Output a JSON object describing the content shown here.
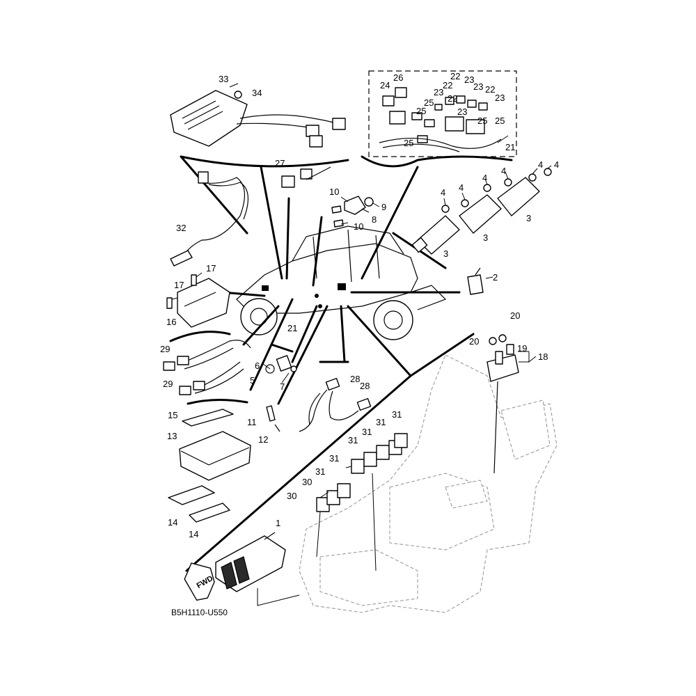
{
  "diagram_code": "B5H1110-U550",
  "fwd_label": "FWD",
  "callouts": {
    "c33": "33",
    "c34": "34",
    "c32": "32",
    "c27": "27",
    "c10a": "10",
    "c10b": "10",
    "c9": "9",
    "c8": "8",
    "c4a": "4",
    "c4b": "4",
    "c4c": "4",
    "c4d": "4",
    "c4e": "4",
    "c4f": "4",
    "c3a": "3",
    "c3b": "3",
    "c3c": "3",
    "c2": "2",
    "c17a": "17",
    "c17b": "17",
    "c16": "16",
    "c21a": "21",
    "c21b": "21",
    "c29a": "29",
    "c29b": "29",
    "c6": "6",
    "c5": "5",
    "c7": "7",
    "c28a": "28",
    "c28b": "28",
    "c11": "11",
    "c12": "12",
    "c15": "15",
    "c13": "13",
    "c14a": "14",
    "c14b": "14",
    "c1": "1",
    "c18": "18",
    "c19": "19",
    "c20a": "20",
    "c20b": "20",
    "c31a": "31",
    "c31b": "31",
    "c31c": "31",
    "c31d": "31",
    "c31e": "31",
    "c31f": "31",
    "c30a": "30",
    "c30b": "30",
    "c24": "24",
    "c26": "26",
    "c22a": "22",
    "c22b": "22",
    "c22c": "22",
    "c22d": "22",
    "c23a": "23",
    "c23b": "23",
    "c23c": "23",
    "c23d": "23",
    "c23e": "23",
    "c25a": "25",
    "c25b": "25",
    "c25c": "25",
    "c25d": "25",
    "c25e": "25"
  }
}
